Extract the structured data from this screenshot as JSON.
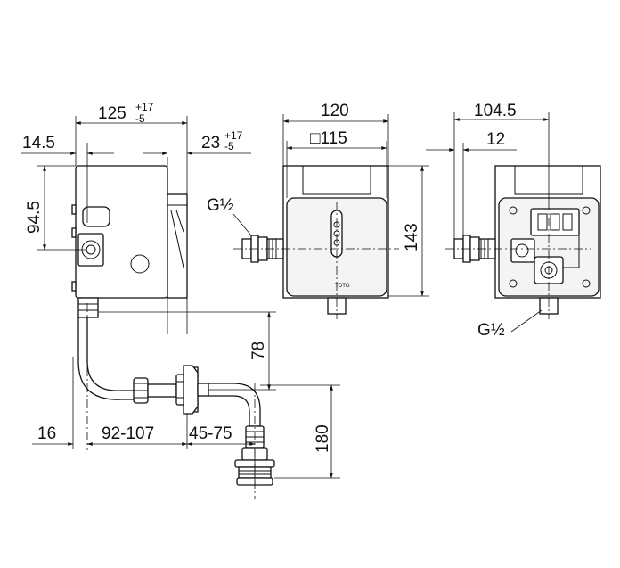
{
  "side_view": {
    "width_main": "125",
    "width_main_tol_plus": "+17",
    "width_main_tol_minus": "-5",
    "offset_left": "14.5",
    "offset_right": "23",
    "offset_right_tol_plus": "+17",
    "offset_right_tol_minus": "-5",
    "height_upper": "94.5",
    "drop_height": "78",
    "pipe_height": "180",
    "bottom_left": "16",
    "bottom_mid": "92-107",
    "bottom_right": "45-75"
  },
  "front_view": {
    "width_total": "120",
    "width_inner": "□115",
    "height_total": "143",
    "thread_label": "G½",
    "brand_mark": "TOTO"
  },
  "back_view": {
    "width_total": "104.5",
    "width_small": "12",
    "thread_label": "G½"
  }
}
